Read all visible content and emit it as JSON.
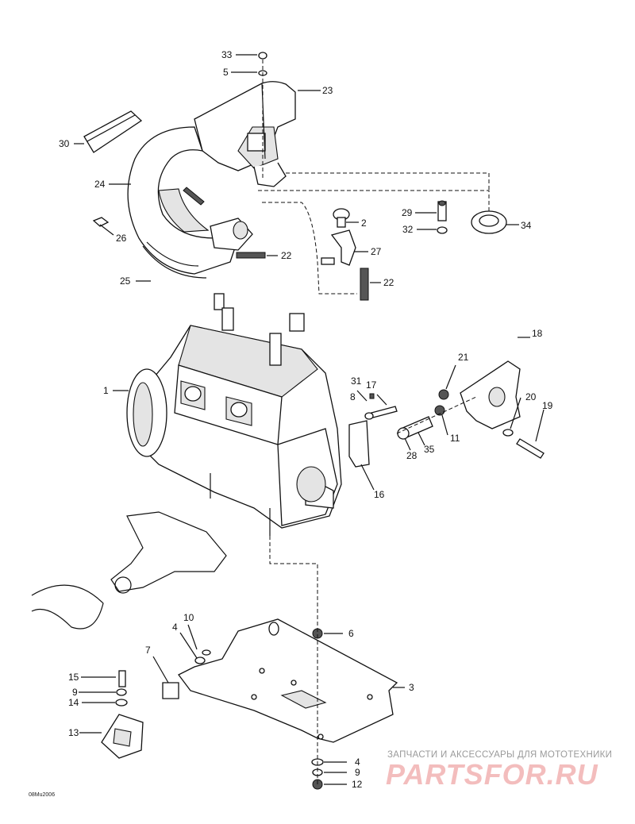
{
  "labels": {
    "l33": "33",
    "l5a": "5",
    "l23": "23",
    "l30": "30",
    "l24": "24",
    "l2": "2",
    "l29": "29",
    "l34": "34",
    "l32": "32",
    "l26": "26",
    "l27": "27",
    "l22a": "22",
    "l25": "25",
    "l22b": "22",
    "l18": "18",
    "l21": "21",
    "l31": "31",
    "l17": "17",
    "l1": "1",
    "l8": "8",
    "l20": "20",
    "l19": "19",
    "l11": "11",
    "l28": "28",
    "l35": "35",
    "l16": "16",
    "l10": "10",
    "l6": "6",
    "l4a": "4",
    "l7": "7",
    "l3": "3",
    "l15": "15",
    "l9a": "9",
    "l14": "14",
    "l13": "13",
    "l4b": "4",
    "l9b": "9",
    "l12": "12"
  },
  "drawing_code": "08Mu2006",
  "watermark": {
    "tagline": "ЗАПЧАСТИ И АКСЕССУАРЫ ДЛЯ МОТОТЕХНИКИ",
    "brand": "PARTSFOR.RU"
  }
}
